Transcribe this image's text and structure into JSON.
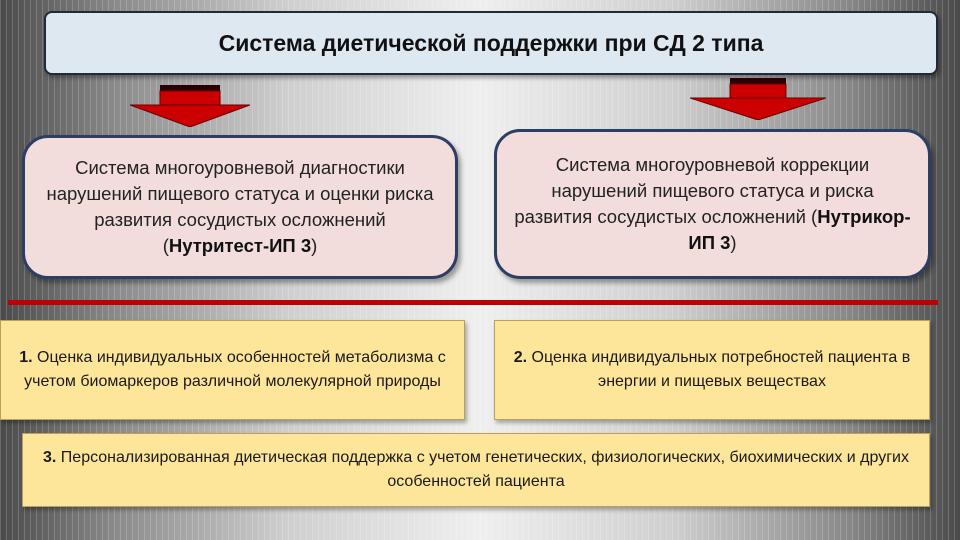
{
  "slide": {
    "title": "Система диетической поддержки при СД 2 типа",
    "left_system": {
      "text": "Система многоуровневой диагностики нарушений пищевого статуса и оценки риска развития сосудистых осложнений (",
      "bold": "Нутритест-ИП 3",
      "suffix": ")"
    },
    "right_system": {
      "text": "Система многоуровневой коррекции нарушений пищевого статуса и риска развития сосудистых осложнений (",
      "bold": "Нутрикор-ИП 3",
      "suffix": ")"
    },
    "items": [
      {
        "num": "1.",
        "text": " Оценка индивидуальных особенностей метаболизма с учетом биомаркеров различной молекулярной природы"
      },
      {
        "num": "2.",
        "text": " Оценка индивидуальных потребностей пациента в энергии и пищевых веществах"
      },
      {
        "num": "3.",
        "text": " Персонализированная диетическая поддержка с учетом генетических, физиологических, биохимических и других особенностей пациента"
      }
    ]
  },
  "colors": {
    "arrow_red": "#cc0000",
    "divider_red": "#c00000",
    "oval_fill": "#f2dcdc",
    "oval_border": "#2c3e63",
    "box_yellow": "#fde59a",
    "title_fill": "#dde8f1"
  },
  "icons": [
    "arrow-down-icon",
    "arrow-down-icon"
  ]
}
